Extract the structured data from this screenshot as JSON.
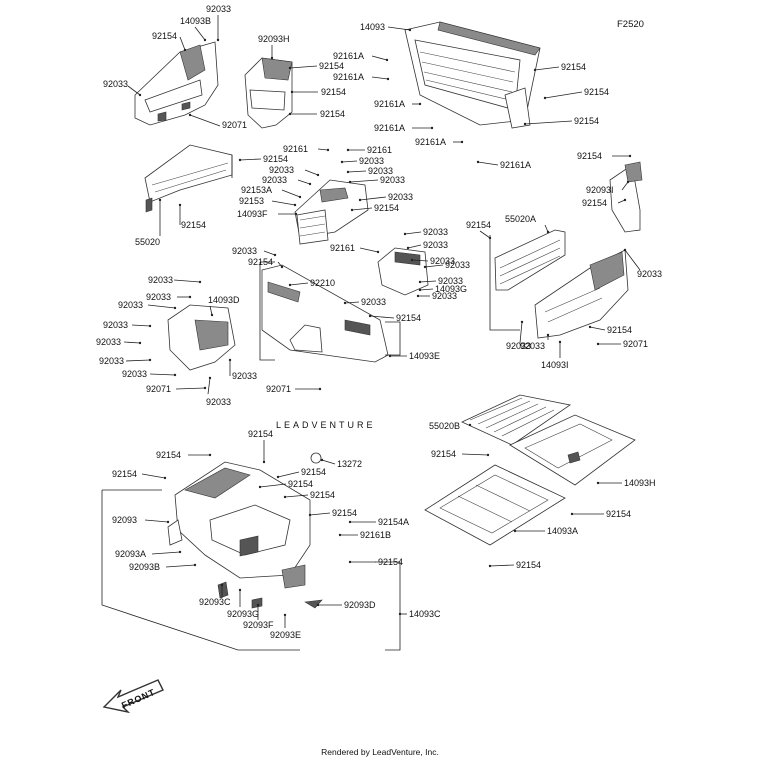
{
  "diagram_id": "F2520",
  "watermark": "LEADVENTURE",
  "footer": "Rendered by LeadVenture, Inc.",
  "front_label": "FRONT",
  "callouts": [
    {
      "id": "c01",
      "text": "92033"
    },
    {
      "id": "c02",
      "text": "14093B"
    },
    {
      "id": "c03",
      "text": "92154"
    },
    {
      "id": "c04",
      "text": "92033"
    },
    {
      "id": "c05",
      "text": "92071"
    },
    {
      "id": "c06",
      "text": "92093H"
    },
    {
      "id": "c07",
      "text": "92154"
    },
    {
      "id": "c08",
      "text": "92154"
    },
    {
      "id": "c09",
      "text": "92154"
    },
    {
      "id": "c10",
      "text": "14093"
    },
    {
      "id": "c11",
      "text": "92161A"
    },
    {
      "id": "c12",
      "text": "92161A"
    },
    {
      "id": "c13",
      "text": "92154"
    },
    {
      "id": "c14",
      "text": "92154"
    },
    {
      "id": "c15",
      "text": "92161A"
    },
    {
      "id": "c16",
      "text": "92154"
    },
    {
      "id": "c17",
      "text": "92161A"
    },
    {
      "id": "c18",
      "text": "92161A"
    },
    {
      "id": "c19",
      "text": "92161A"
    },
    {
      "id": "c20",
      "text": "92154"
    },
    {
      "id": "c21",
      "text": "92154"
    },
    {
      "id": "c22",
      "text": "55020"
    },
    {
      "id": "c23",
      "text": "92161"
    },
    {
      "id": "c24",
      "text": "92161"
    },
    {
      "id": "c25",
      "text": "92033"
    },
    {
      "id": "c26",
      "text": "92033"
    },
    {
      "id": "c27",
      "text": "92033"
    },
    {
      "id": "c28",
      "text": "92033"
    },
    {
      "id": "c29",
      "text": "92153A"
    },
    {
      "id": "c30",
      "text": "92033"
    },
    {
      "id": "c31",
      "text": "92153"
    },
    {
      "id": "c32",
      "text": "92033"
    },
    {
      "id": "c33",
      "text": "14093F"
    },
    {
      "id": "c34",
      "text": "92154"
    },
    {
      "id": "c35",
      "text": "92154"
    },
    {
      "id": "c36",
      "text": "92093I"
    },
    {
      "id": "c37",
      "text": "92154"
    },
    {
      "id": "c38",
      "text": "92033"
    },
    {
      "id": "c39",
      "text": "92154"
    },
    {
      "id": "c40",
      "text": "92210"
    },
    {
      "id": "c41",
      "text": "92033"
    },
    {
      "id": "c42",
      "text": "92154"
    },
    {
      "id": "c43",
      "text": "92033"
    },
    {
      "id": "c44",
      "text": "92033"
    },
    {
      "id": "c45",
      "text": "14093D"
    },
    {
      "id": "c46",
      "text": "92033"
    },
    {
      "id": "c47",
      "text": "92033"
    },
    {
      "id": "c48",
      "text": "92033"
    },
    {
      "id": "c49",
      "text": "92033"
    },
    {
      "id": "c50",
      "text": "92071"
    },
    {
      "id": "c51",
      "text": "92033"
    },
    {
      "id": "c52",
      "text": "92071"
    },
    {
      "id": "c53",
      "text": "92033"
    },
    {
      "id": "c54",
      "text": "14093E"
    },
    {
      "id": "c55",
      "text": "92154"
    },
    {
      "id": "c56",
      "text": "55020A"
    },
    {
      "id": "c57",
      "text": "92033"
    },
    {
      "id": "c58",
      "text": "92033"
    },
    {
      "id": "c59",
      "text": "92161"
    },
    {
      "id": "c60",
      "text": "92033"
    },
    {
      "id": "c61",
      "text": "92033"
    },
    {
      "id": "c62",
      "text": "92033"
    },
    {
      "id": "c63",
      "text": "14093G"
    },
    {
      "id": "c64",
      "text": "92033"
    },
    {
      "id": "c65",
      "text": "92033"
    },
    {
      "id": "c66",
      "text": "92033"
    },
    {
      "id": "c67",
      "text": "92033"
    },
    {
      "id": "c68",
      "text": "92154"
    },
    {
      "id": "c69",
      "text": "92071"
    },
    {
      "id": "c70",
      "text": "14093I"
    },
    {
      "id": "c71",
      "text": "92033"
    },
    {
      "id": "c72",
      "text": "55020B"
    },
    {
      "id": "c73",
      "text": "92154"
    },
    {
      "id": "c74",
      "text": "14093H"
    },
    {
      "id": "c75",
      "text": "92154"
    },
    {
      "id": "c76",
      "text": "14093A"
    },
    {
      "id": "c77",
      "text": "92154"
    },
    {
      "id": "c78",
      "text": "92154"
    },
    {
      "id": "c79",
      "text": "92154"
    },
    {
      "id": "c80",
      "text": "13272"
    },
    {
      "id": "c81",
      "text": "92154"
    },
    {
      "id": "c82",
      "text": "92154"
    },
    {
      "id": "c83",
      "text": "92154"
    },
    {
      "id": "c84",
      "text": "92154"
    },
    {
      "id": "c85",
      "text": "92093"
    },
    {
      "id": "c86",
      "text": "92154"
    },
    {
      "id": "c87",
      "text": "92154A"
    },
    {
      "id": "c88",
      "text": "92161B"
    },
    {
      "id": "c89",
      "text": "92093A"
    },
    {
      "id": "c90",
      "text": "92093B"
    },
    {
      "id": "c91",
      "text": "92154"
    },
    {
      "id": "c92",
      "text": "92093C"
    },
    {
      "id": "c93",
      "text": "92093G"
    },
    {
      "id": "c94",
      "text": "92093D"
    },
    {
      "id": "c95",
      "text": "92093F"
    },
    {
      "id": "c96",
      "text": "92093E"
    },
    {
      "id": "c97",
      "text": "14093C"
    }
  ]
}
